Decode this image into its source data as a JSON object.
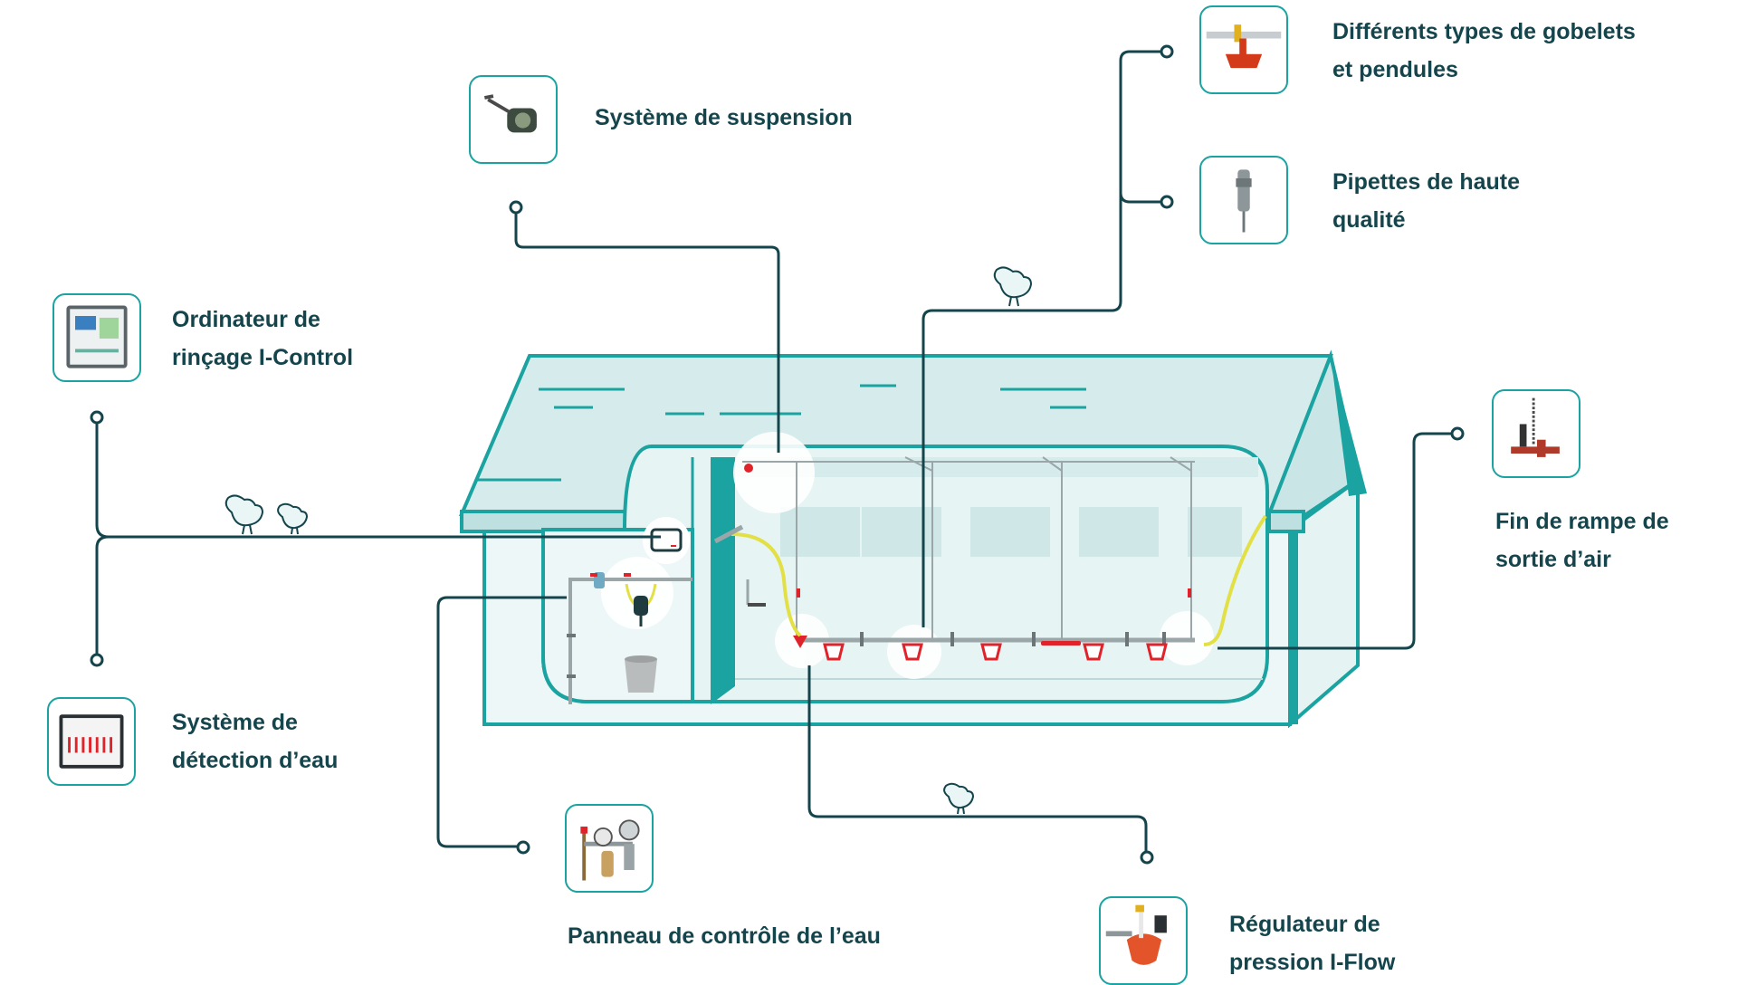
{
  "components": {
    "suspension": {
      "label": [
        "Système de suspension"
      ],
      "icon": "winch-icon"
    },
    "cups": {
      "label": [
        "Différents types de gobelets",
        "et pendules"
      ],
      "icon": "drinker-cups-icon"
    },
    "nipples": {
      "label": [
        "Pipettes de haute",
        "qualité"
      ],
      "icon": "nipple-drinker-icon"
    },
    "flush_computer": {
      "label": [
        "Ordinateur de",
        "rinçage I-Control"
      ],
      "icon": "control-computer-icon"
    },
    "air_vent": {
      "label": [
        "Fin de rampe de",
        "sortie d’air"
      ],
      "icon": "air-vent-end-icon"
    },
    "water_detection": {
      "label": [
        "Système de",
        "détection d’eau"
      ],
      "icon": "water-detection-panel-icon"
    },
    "water_panel": {
      "label": [
        "Panneau de contrôle de l’eau"
      ],
      "icon": "water-control-panel-icon"
    },
    "pressure_regulator": {
      "label": [
        "Régulateur de",
        "pression I-Flow"
      ],
      "icon": "pressure-regulator-icon"
    }
  },
  "colors": {
    "teal": "#1aa3a0",
    "teal_light": "#d6ecec",
    "line": "#15454c",
    "text": "#15454c",
    "red": "#e0232a",
    "yellow": "#e2e044",
    "pipe": "#9aa6a8"
  }
}
